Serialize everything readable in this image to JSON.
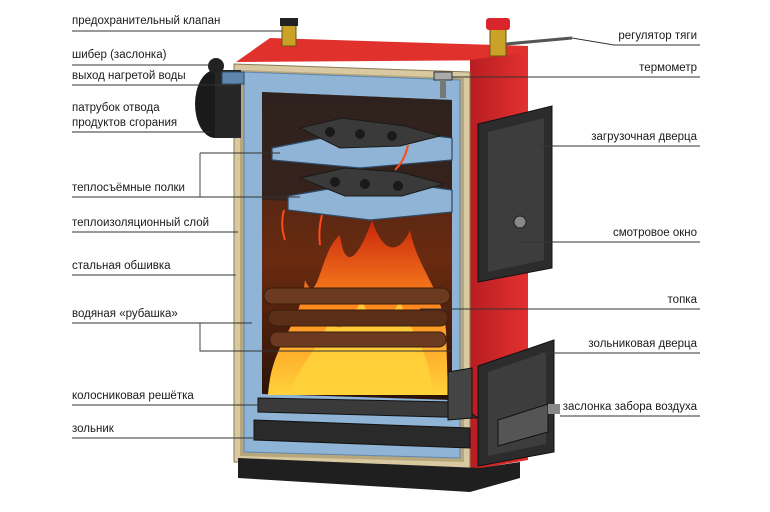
{
  "labels_left": [
    "предохранительный клапан",
    "шибер (заслонка)",
    "выход нагретой воды",
    "патрубок отвода",
    "продуктов сгорания",
    "теплосъёмные полки",
    "теплоизоляционный слой",
    "стальная обшивка",
    "водяная «рубашка»",
    "колосниковая решётка",
    "зольник"
  ],
  "labels_right": [
    "регулятор тяги",
    "термометр",
    "загрузочная дверца",
    "смотровое окно",
    "топка",
    "зольниковая дверца",
    "заслонка забора воздуха"
  ],
  "colors": {
    "body_red": "#d8262c",
    "body_red_dark": "#a51a1f",
    "water_jacket": "#8fb4d6",
    "insulation": "#d9c9a0",
    "steel_dark": "#2a2a2a",
    "fire_orange": "#ff7a1a",
    "fire_yellow": "#ffd23a"
  }
}
